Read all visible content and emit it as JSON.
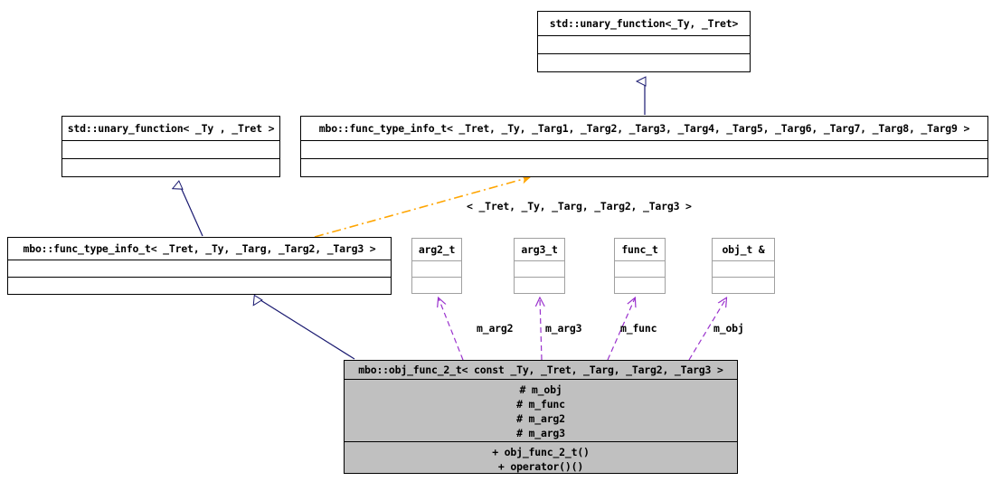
{
  "diagram": {
    "type": "uml-class-inheritance-collaboration",
    "background": "#ffffff",
    "colors": {
      "inheritance_edge": "#191970",
      "template_edge": "#ffa500",
      "usage_edge": "#9a32cd",
      "node_fill_highlight": "#c0c0c0",
      "node_fill": "#ffffff",
      "node_border": "#000000",
      "node_border_faint": "#a0a0a0"
    },
    "nodes": {
      "std_unary_function_top": {
        "title": "std::unary_function<_Ty, _Tret>",
        "attributes": [],
        "operations": []
      },
      "std_unary_function_left": {
        "title": "std::unary_function< _Ty , _Tret >",
        "attributes": [],
        "operations": []
      },
      "func_type_info_t_full": {
        "title": "mbo::func_type_info_t< _Tret, _Ty, _Targ1, _Targ2, _Targ3, _Targ4, _Targ5, _Targ6, _Targ7, _Targ8, _Targ9 >",
        "attributes": [],
        "operations": []
      },
      "func_type_info_t_spec": {
        "title": "mbo::func_type_info_t< _Tret, _Ty, _Targ, _Targ2, _Targ3 >",
        "attributes": [],
        "operations": []
      },
      "arg2_t": {
        "title": "arg2_t",
        "attributes": [],
        "operations": []
      },
      "arg3_t": {
        "title": "arg3_t",
        "attributes": [],
        "operations": []
      },
      "func_t": {
        "title": "func_t",
        "attributes": [],
        "operations": []
      },
      "obj_t_ref": {
        "title": "obj_t &",
        "attributes": [],
        "operations": []
      },
      "obj_func_2_t": {
        "title": "mbo::obj_func_2_t< const _Ty, _Tret, _Targ, _Targ2, _Targ3 >",
        "attributes": [
          "# m_obj",
          "# m_func",
          "# m_arg2",
          "# m_arg3"
        ],
        "operations": [
          "+ obj_func_2_t()",
          "+ operator()()"
        ]
      }
    },
    "edge_labels": {
      "template_binding": "< _Tret, _Ty, _Targ, _Targ2, _Targ3 >",
      "m_arg2": "m_arg2",
      "m_arg3": "m_arg3",
      "m_func": "m_func",
      "m_obj": "m_obj"
    }
  }
}
